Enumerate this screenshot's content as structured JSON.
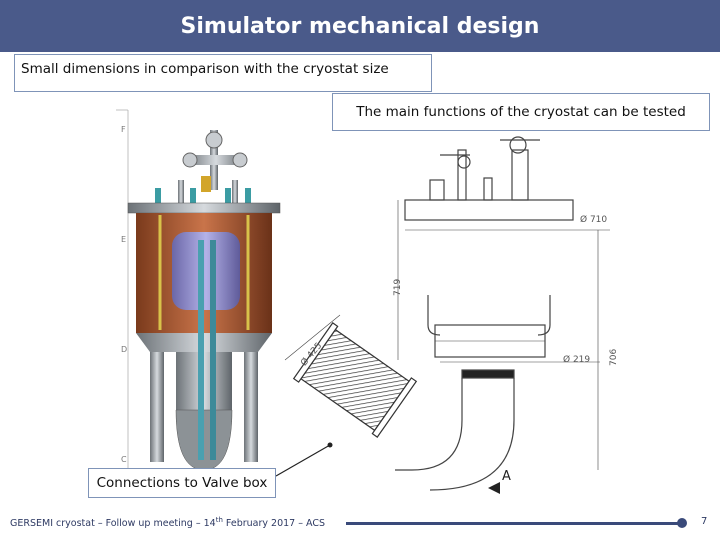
{
  "slide": {
    "title": "Simulator mechanical design",
    "callouts": {
      "small_dimensions": "Small dimensions in comparison with the cryostat size",
      "main_functions": "The main functions of the cryostat can be tested",
      "connections": "Connections to Valve box"
    },
    "footer": {
      "text_before": "GERSEMI cryostat – Follow up meeting – 14",
      "superscript": "th",
      "text_after": " February 2017 – ACS",
      "page_number": "7"
    }
  },
  "drawing_labels": {
    "dim_710": "Ø 710",
    "dim_719": "719",
    "dim_425": "Ø 425",
    "dim_219": "Ø 219",
    "dim_706": "706",
    "view_a": "A",
    "ruler_f": "F",
    "ruler_e": "E",
    "ruler_d": "D",
    "ruler_c": "C"
  },
  "colors": {
    "title_bar": "#4a5a8a",
    "callout_border": "#7f94b8",
    "copper": "#b5643b",
    "vessel_purple": "#8a86c8",
    "steel": "#a8aeb3"
  }
}
